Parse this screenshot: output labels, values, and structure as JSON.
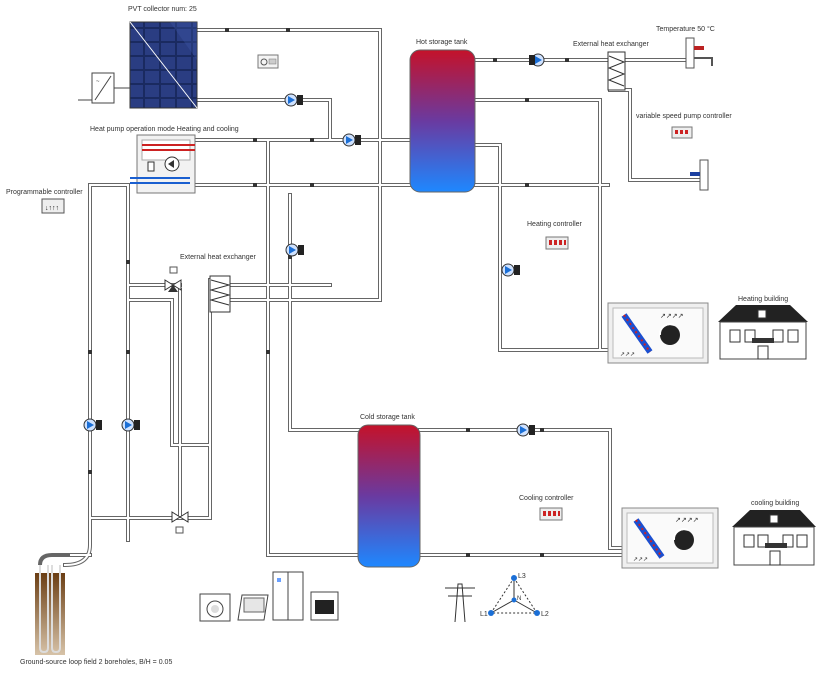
{
  "labels": {
    "pvt_collector": "PVT collector num: 25",
    "hot_tank": "Hot storage tank",
    "ext_hx_top": "External heat exchanger",
    "temperature": "Temperature 50 °C",
    "vs_pump_ctrl": "variable speed pump controller",
    "heat_pump_mode": "Heat pump operation mode Heating and cooling",
    "prog_ctrl": "Programmable controller",
    "heating_ctrl": "Heating controller",
    "ext_hx_mid": "External heat exchanger",
    "heating_building": "Heating building",
    "cold_tank": "Cold storage tank",
    "cooling_ctrl": "Cooling controller",
    "cooling_building": "cooling building",
    "ground_loop": "Ground-source loop field 2 boreholes, B/H = 0.05"
  },
  "phase_labels": {
    "l1": "L1",
    "l2": "L2",
    "l3": "L3",
    "n": "N"
  },
  "colors": {
    "pipe_outline": "#555555",
    "pipe_fill": "#ffffff",
    "tank_hot": "#c0182a",
    "tank_cold": "#1a7cf0",
    "pvt_panel": "#1f3470",
    "pump_blue": "#1b6fd6",
    "ground_brown": "#7a4a1e"
  }
}
